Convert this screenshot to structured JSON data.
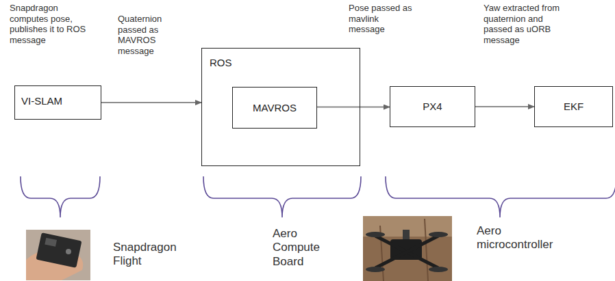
{
  "diagram": {
    "nodes": [
      {
        "text": [
          "VI-SLAM"
        ]
      },
      {
        "text": [
          "ROS"
        ]
      },
      {
        "text": [
          "MAVROS"
        ],
        "in": 1
      },
      {
        "text": [
          "PX4"
        ]
      },
      {
        "text": [
          "EKF"
        ]
      }
    ],
    "edges": [
      {
        "from": 0,
        "to": 1,
        "arrow": "to"
      },
      {
        "from": 2,
        "to": 3,
        "arrow": "to"
      },
      {
        "from": 3,
        "to": 4,
        "arrow": "to"
      }
    ],
    "labels": [
      "Snapdragon computes pose, publishes it to ROS message",
      "Quaternion passed as MAVROS message",
      "Pose passed as mavlink message",
      "Yaw extracted from quaternion and passed as uORB message",
      "Snapdragon Flight",
      "Aero Compute Board",
      "Aero microcontroller"
    ]
  }
}
